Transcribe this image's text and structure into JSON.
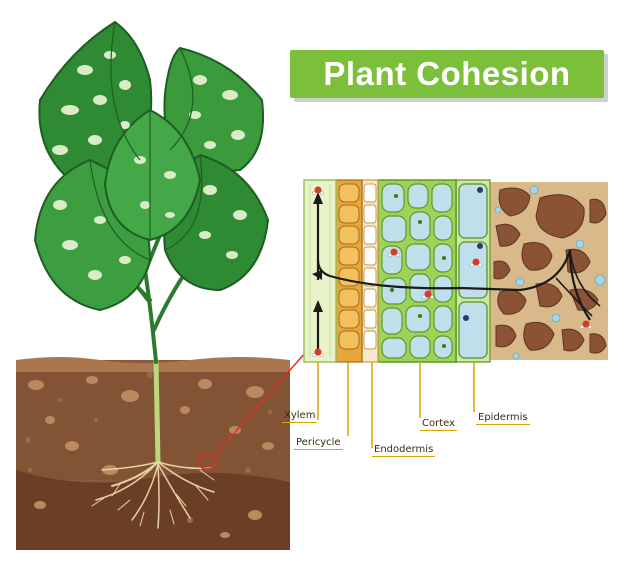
{
  "title": "Plant Cohesion",
  "labels": {
    "xylem": "Xylem",
    "pericycle": "Pericycle",
    "endodermis": "Endodermis",
    "cortex": "Cortex",
    "epidermis": "Epidermis"
  },
  "colors": {
    "title_bg": "#7cbf3a",
    "soil": "#8a5a3a",
    "soil_dark": "#6b3f26",
    "leaf": "#2f8a34",
    "xylem": "#e8f3c9",
    "pericycle": "#e6a63c",
    "endodermis": "#f5e8cc",
    "cortex": "#9ed35a",
    "epidermis": "#cfe8a6",
    "water_path": "#1a1a1a",
    "pointer_line": "#e03020",
    "label_line": "#d9a400"
  },
  "icons": [
    "leaf-shape",
    "water-molecule",
    "soil-particle",
    "water-droplet"
  ]
}
